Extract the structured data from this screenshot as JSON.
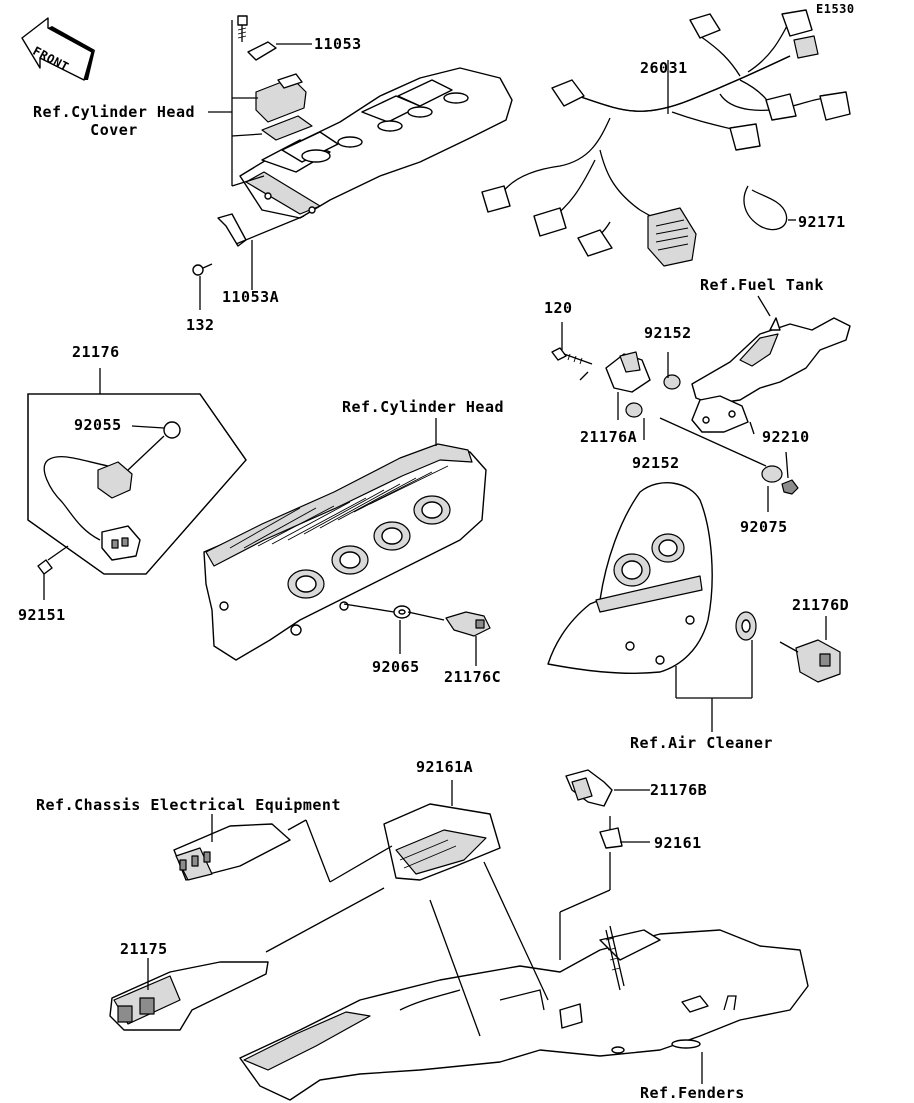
{
  "diagram_id": "E1530",
  "front_badge": "FRONT",
  "labels": {
    "p11053": "11053",
    "ref_cylinder_head_cover": "Ref.Cylinder Head\nCover",
    "p11053a": "11053A",
    "p132": "132",
    "p26031": "26031",
    "p92171": "92171",
    "ref_fuel_tank": "Ref.Fuel Tank",
    "p120": "120",
    "p92152_top": "92152",
    "p21176a": "21176A",
    "p92152_bottom": "92152",
    "p92210": "92210",
    "p92075": "92075",
    "p21176": "21176",
    "p92055": "92055",
    "p92151": "92151",
    "ref_cylinder_head": "Ref.Cylinder Head",
    "p92065": "92065",
    "p21176c": "21176C",
    "p21176d": "21176D",
    "ref_air_cleaner": "Ref.Air Cleaner",
    "p92161a": "92161A",
    "ref_chassis_electrical": "Ref.Chassis Electrical Equipment",
    "p21176b": "21176B",
    "p92161": "92161",
    "p21175": "21175",
    "ref_fenders": "Ref.Fenders"
  },
  "icons": [
    "front-arrow-icon"
  ]
}
